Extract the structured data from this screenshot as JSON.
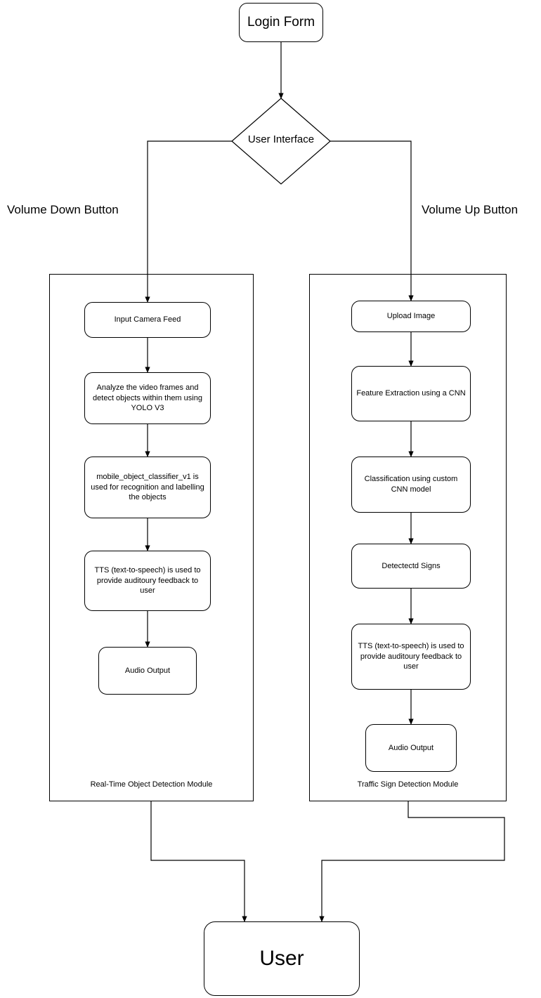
{
  "diagram": {
    "type": "flowchart",
    "title_node": {
      "label": "Login Form"
    },
    "decision": {
      "label": "User Interface"
    },
    "branch_labels": {
      "left": "Volume Down Button",
      "right": "Volume Up Button"
    },
    "modules": [
      {
        "id": "real-time-object-detection-module",
        "label": "Real-Time Object Detection Module",
        "steps": [
          {
            "label": "Input Camera Feed"
          },
          {
            "label": "Analyze the video frames and detect objects within them using YOLO V3"
          },
          {
            "label": "mobile_object_classifier_v1 is used for recognition and labelling the objects"
          },
          {
            "label": "TTS (text-to-speech) is used to provide auditoury feedback to user"
          },
          {
            "label": "Audio Output"
          }
        ]
      },
      {
        "id": "traffic-sign-detection-module",
        "label": "Traffic Sign Detection Module",
        "steps": [
          {
            "label": "Upload Image"
          },
          {
            "label": "Feature Extraction using a CNN"
          },
          {
            "label": "Classification using custom CNN model"
          },
          {
            "label": "Detectectd Signs"
          },
          {
            "label": "TTS (text-to-speech) is used to provide auditoury feedback to user"
          },
          {
            "label": "Audio Output"
          }
        ]
      }
    ],
    "terminal": {
      "label": "User"
    },
    "colors": {
      "stroke": "#000000",
      "fill": "#ffffff",
      "text": "#000000"
    }
  }
}
